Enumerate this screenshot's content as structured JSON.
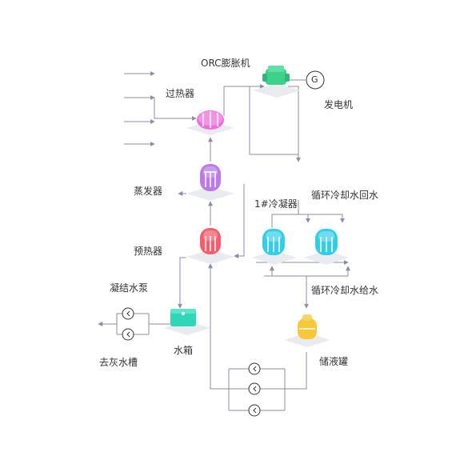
{
  "labels": {
    "orc_expander": "ORC膨胀机",
    "generator": "发电机",
    "generator_symbol": "G",
    "superheater": "过热器",
    "evaporator": "蒸发器",
    "preheater": "预热器",
    "condenser": "1#冷凝器",
    "cooling_water_return": "循环冷却水回水",
    "cooling_water_supply": "循环冷却水给水",
    "condensate_pump": "凝结水泵",
    "water_tank": "水箱",
    "to_ash_tank": "去灰水槽",
    "liquid_tank": "储液罐"
  },
  "colors": {
    "line": "#8c8ca6",
    "expander": "#3fd08c",
    "superheater": "#ee6fdc",
    "evaporator": "#b97ce6",
    "preheater": "#f0606f",
    "condenser": "#33cde6",
    "water_tank": "#2fd6b8",
    "liquid_tank": "#f6c63b",
    "platform": "#e9ebee"
  }
}
